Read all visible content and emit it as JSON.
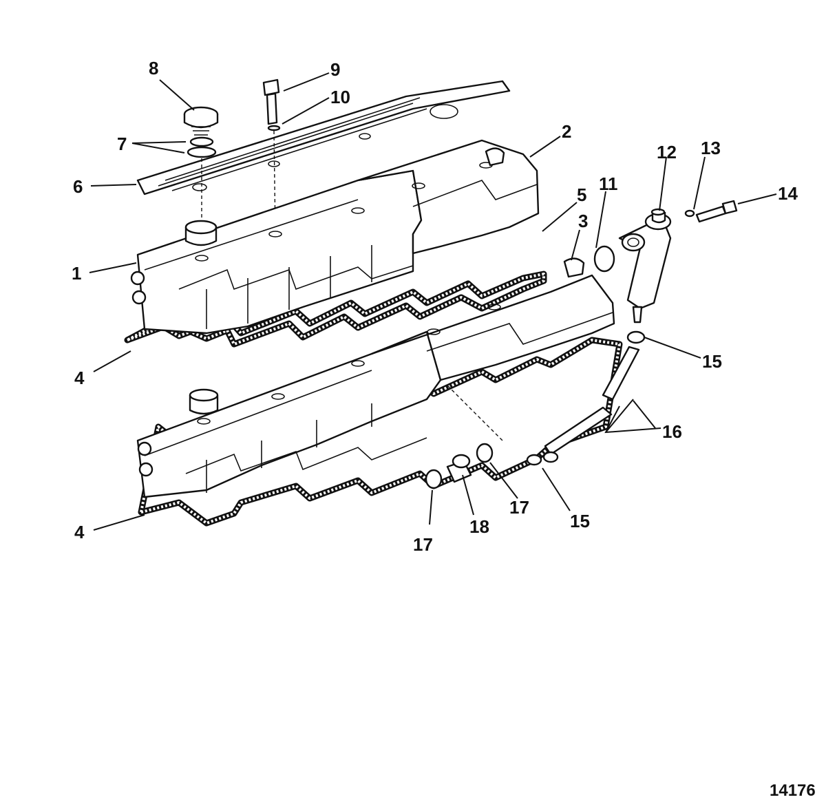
{
  "figure_number": "14176",
  "callouts": {
    "c1": "1",
    "c2": "2",
    "c3": "3",
    "c4a": "4",
    "c4b": "4",
    "c5": "5",
    "c6": "6",
    "c7": "7",
    "c8": "8",
    "c9": "9",
    "c10": "10",
    "c11": "11",
    "c12": "12",
    "c13": "13",
    "c14": "14",
    "c15a": "15",
    "c15b": "15",
    "c16": "16",
    "c17a": "17",
    "c17b": "17",
    "c18": "18"
  }
}
